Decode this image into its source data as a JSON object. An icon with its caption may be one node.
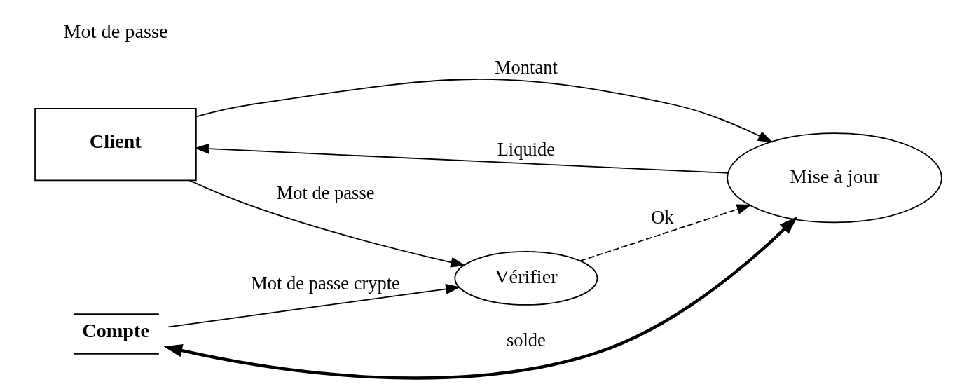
{
  "diagram": {
    "nodes": [
      {
        "text": [
          "Client"
        ]
      },
      {
        "text": [
          "Vérifier"
        ]
      },
      {
        "text": [
          "Compte"
        ]
      },
      {
        "text": [
          "Mise à jour"
        ]
      }
    ],
    "edges": [
      {
        "from": 0,
        "to": 1,
        "arrow": "to",
        "label": "Mot de passe"
      },
      {
        "from": 2,
        "to": 1,
        "arrow": "to",
        "label": "Mot de passe crypte"
      },
      {
        "from": 1,
        "to": 3,
        "arrow": "to",
        "label": "Ok",
        "style": "dashed"
      },
      {
        "from": 0,
        "to": 3,
        "arrow": "to",
        "label": "Montant"
      },
      {
        "from": 3,
        "to": 0,
        "arrow": "to",
        "label": "Liquide"
      },
      {
        "from": 2,
        "to": 3,
        "arrow": "both",
        "label": "solde",
        "style": "thick"
      }
    ],
    "labels": [
      "Mot de passe"
    ]
  }
}
